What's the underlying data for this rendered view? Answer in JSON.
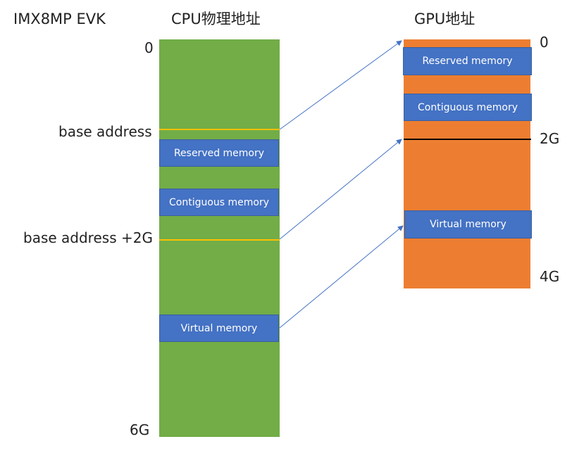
{
  "board": "IMX8MP EVK",
  "cpu": {
    "title": "CPU物理地址",
    "labels": {
      "start": "0",
      "base": "base address",
      "base_plus_2g": "base address +2G",
      "end": "6G"
    },
    "regions": [
      "Reserved memory",
      "Contiguous memory",
      "Virtual memory"
    ]
  },
  "gpu": {
    "title": "GPU地址",
    "labels": {
      "start": "0",
      "mid": "2G",
      "end": "4G"
    },
    "regions": [
      "Reserved memory",
      "Contiguous memory",
      "Virtual memory"
    ]
  },
  "colors": {
    "cpu_column": "#72ad47",
    "gpu_column": "#ed7e31",
    "region": "#4472c4",
    "base_line": "#ffc000",
    "gpu_2g_line": "#000000",
    "arrow": "#4472c4"
  }
}
